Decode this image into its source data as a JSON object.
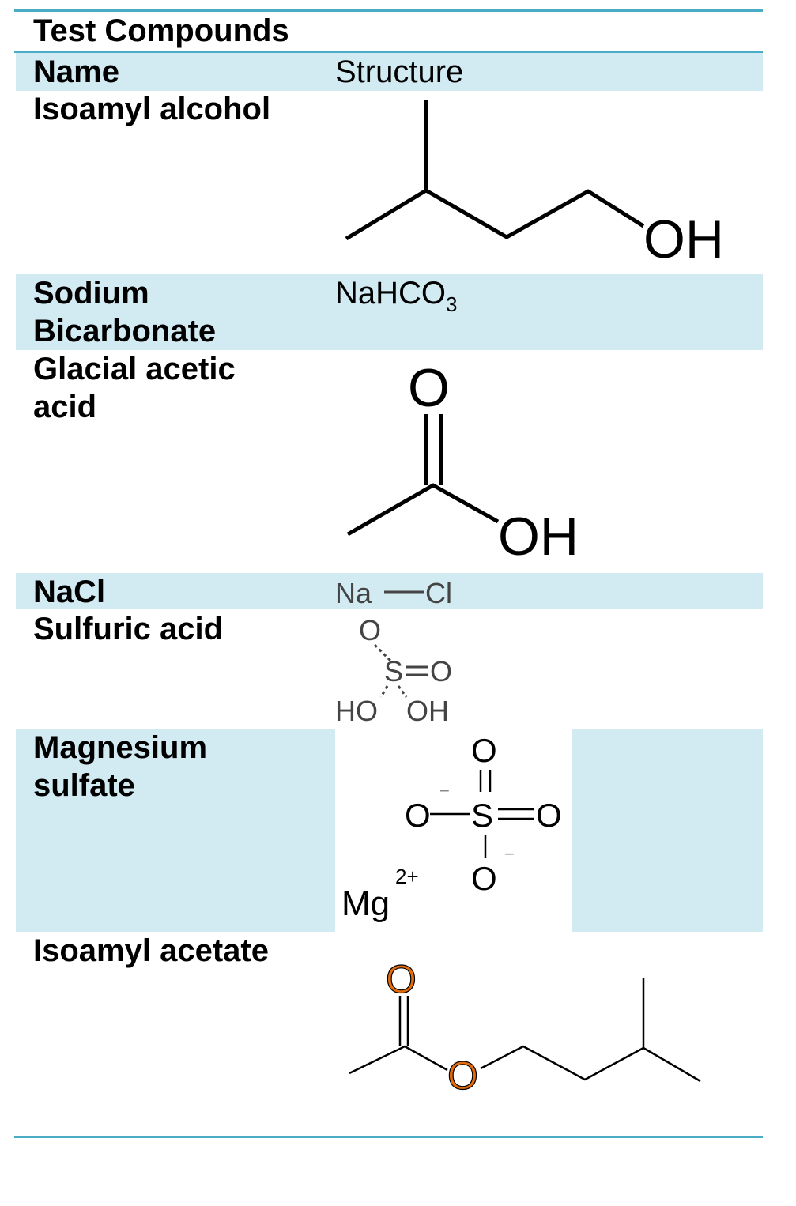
{
  "table": {
    "caption": "Test Compounds",
    "header": {
      "name": "Name",
      "structure": "Structure"
    },
    "rows": [
      {
        "name": "Isoamyl alcohol",
        "labels": {
          "oh": "OH"
        }
      },
      {
        "name_line1": "Sodium",
        "name_line2": "Bicarbonate",
        "formula_main": "NaHCO",
        "formula_sub": "3"
      },
      {
        "name_line1": "Glacial acetic",
        "name_line2": "acid",
        "labels": {
          "o": "O",
          "oh": "OH"
        }
      },
      {
        "name": "NaCl",
        "labels": {
          "na": "Na",
          "cl": "Cl"
        }
      },
      {
        "name": "Sulfuric acid",
        "labels": {
          "o_top": "O",
          "s": "S",
          "o_right": "O",
          "ho": "HO",
          "oh": "OH"
        }
      },
      {
        "name_line1": "Magnesium",
        "name_line2": "sulfate",
        "labels": {
          "o_top": "O",
          "o_left": "O",
          "s": "S",
          "o_right": "O",
          "o_bottom": "O",
          "minus": "−",
          "mg": "Mg",
          "charge": "2+"
        }
      },
      {
        "name": "Isoamyl acetate",
        "labels": {
          "o_carbonyl": "O",
          "o_ester": "O"
        }
      }
    ]
  },
  "colors": {
    "rule": "#4bacc6",
    "band": "#d2eaf2",
    "ester_oxygen": "#e36c0a"
  }
}
